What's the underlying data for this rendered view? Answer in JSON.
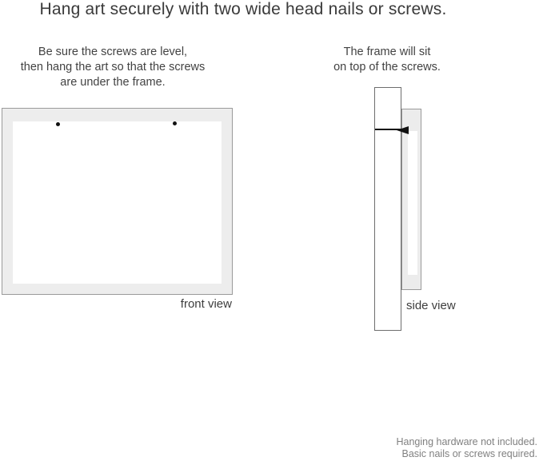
{
  "title": "Hang art securely with two wide head nails or screws.",
  "front_view": {
    "instruction_lines": [
      "Be sure the screws are level,",
      "then hang the art so that the screws",
      "are under the frame."
    ],
    "label": "front view",
    "nail_count": 2
  },
  "side_view": {
    "instruction_lines": [
      "The frame will sit",
      "on top of the screws."
    ],
    "label": "side view"
  },
  "footer": {
    "lines": [
      "Hanging hardware not included.",
      "Basic nails or screws required."
    ]
  },
  "colors": {
    "background": "#ffffff",
    "frame_fill": "#ededed",
    "frame_border": "#9a9a9a",
    "wall_border": "#6e6e6e",
    "nail": "#111111",
    "text_dark": "#3a3a3a",
    "text_body": "#424242",
    "text_muted": "#808080"
  }
}
